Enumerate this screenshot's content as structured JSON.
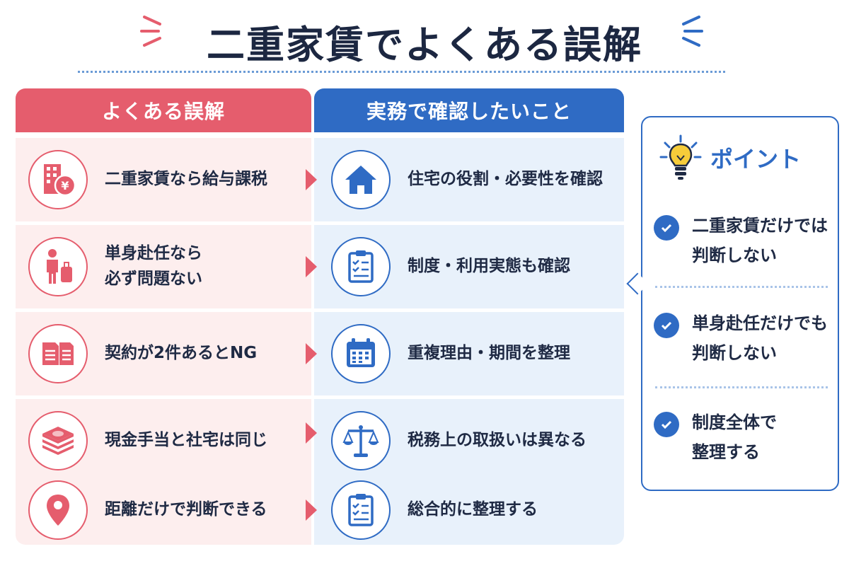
{
  "title": "二重家賃でよくある誤解",
  "colors": {
    "red": "#e55d6d",
    "blue": "#2f6bc4",
    "red_bg": "#fdeeee",
    "blue_bg": "#e8f1fb"
  },
  "left_column": {
    "header": "よくある誤解",
    "items": [
      {
        "icon": "building-yen-icon",
        "text": "二重家賃なら給与課税"
      },
      {
        "icon": "traveler-suitcase-icon",
        "text": "単身赴任なら\n必ず問題ない"
      },
      {
        "icon": "two-documents-icon",
        "text": "契約が2件あるとNG"
      },
      {
        "icon": "cash-stack-icon",
        "text": "現金手当と社宅は同じ"
      },
      {
        "icon": "location-pin-icon",
        "text": "距離だけで判断できる"
      }
    ]
  },
  "right_column": {
    "header": "実務で確認したいこと",
    "items": [
      {
        "icon": "house-icon",
        "text": "住宅の役割・必要性を確認"
      },
      {
        "icon": "clipboard-checklist-icon",
        "text": "制度・利用実態も確認"
      },
      {
        "icon": "calendar-icon",
        "text": "重複理由・期間を整理"
      },
      {
        "icon": "scales-icon",
        "text": "税務上の取扱いは異なる"
      },
      {
        "icon": "clipboard-checklist-icon",
        "text": "総合的に整理する"
      }
    ]
  },
  "point": {
    "title": "ポイント",
    "icon": "lightbulb-icon",
    "items": [
      {
        "icon": "check-circle-icon",
        "text": "二重家賃だけでは\n判断しない"
      },
      {
        "icon": "check-circle-icon",
        "text": "単身赴任だけでも\n判断しない"
      },
      {
        "icon": "check-circle-icon",
        "text": "制度全体で\n整理する"
      }
    ]
  }
}
